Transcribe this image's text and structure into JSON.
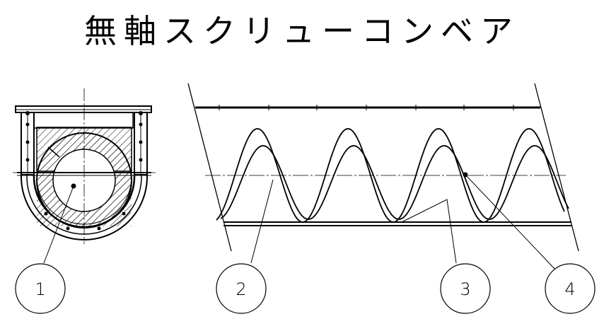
{
  "title": "無軸スクリューコンベア",
  "callouts": [
    {
      "id": "1",
      "label": "1"
    },
    {
      "id": "2",
      "label": "2"
    },
    {
      "id": "3",
      "label": "3"
    },
    {
      "id": "4",
      "label": "4"
    }
  ],
  "colors": {
    "line": "#000000",
    "background": "#ffffff"
  }
}
